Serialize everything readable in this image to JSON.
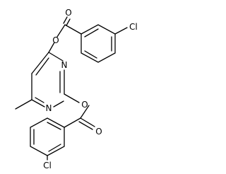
{
  "molecule": {
    "atoms": {
      "o_carbonyl_top": "O",
      "o_ester_top": "O",
      "cl_top": "Cl",
      "n_ring_upper": "N",
      "n_ring_lower": "N",
      "o_ester_bottom": "O",
      "o_carbonyl_bottom": "O",
      "cl_bottom": "Cl"
    },
    "colors": {
      "bond": "#000000",
      "label": "#000000",
      "background": "#ffffff"
    }
  }
}
